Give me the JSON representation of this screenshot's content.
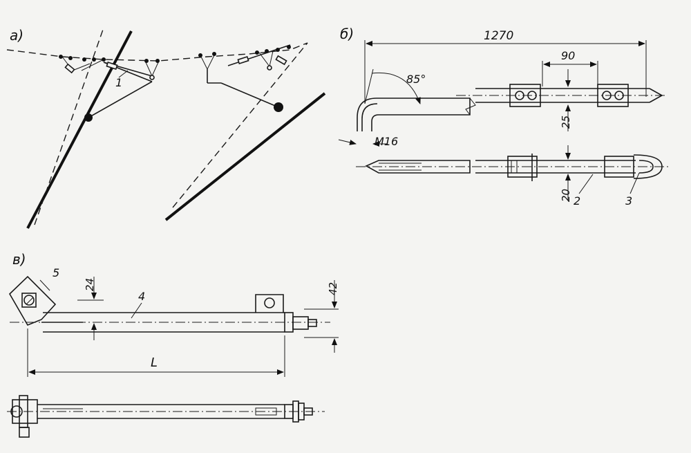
{
  "figure": {
    "panel_a": {
      "label": "а)",
      "callout": "1"
    },
    "panel_b": {
      "label": "б)",
      "dim_length": "1270",
      "dim_spacing": "90",
      "angle": "85°",
      "thread": "М16",
      "dim_height_top": "25",
      "dim_height_bottom": "20",
      "callout_2": "2",
      "callout_3": "3"
    },
    "panel_c": {
      "label": "в)",
      "callout_4": "4",
      "callout_5": "5",
      "dim_24": "24",
      "dim_42": "42",
      "dim_L": "L"
    }
  }
}
